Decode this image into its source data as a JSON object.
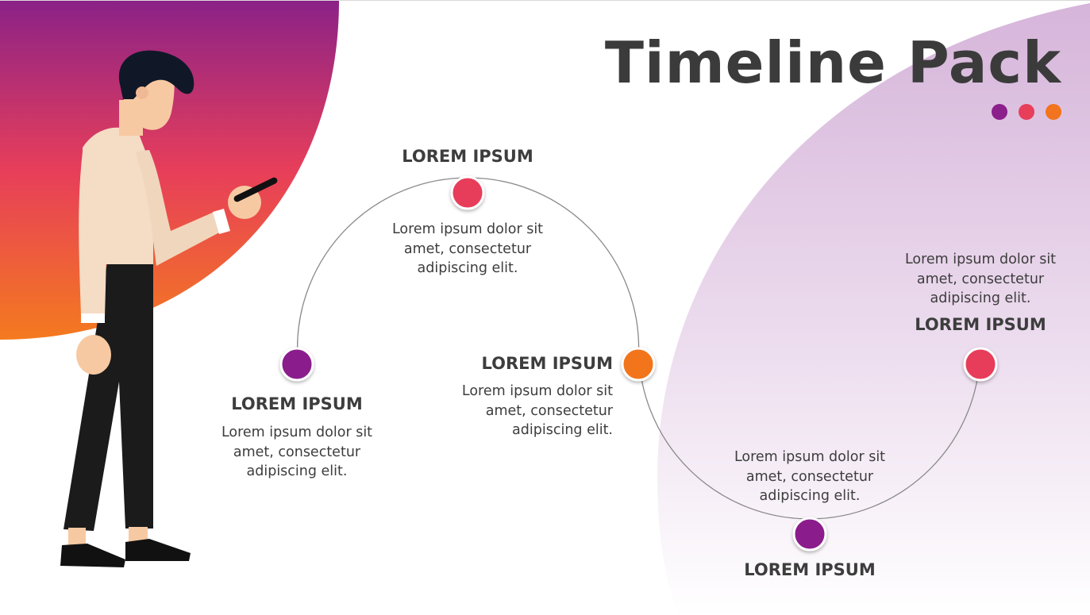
{
  "title": "Timeline Pack",
  "colors": {
    "purple": "#8b1f8c",
    "pink": "#e73e5a",
    "orange": "#f2741f",
    "title": "#3b3b3b",
    "text": "#3d3d3d",
    "lavender": "#dcc2e0"
  },
  "decor_dots": [
    "#8b1f8c",
    "#e73e5a",
    "#f2741f"
  ],
  "milestones": [
    {
      "title": "LOREM IPSUM",
      "text": "Lorem ipsum dolor sit amet, consectetur adipiscing elit.",
      "color": "#8b1f8c"
    },
    {
      "title": "LOREM IPSUM",
      "text": "Lorem ipsum dolor sit amet, consectetur adipiscing elit.",
      "color": "#e73e5a"
    },
    {
      "title": "LOREM IPSUM",
      "text": "Lorem ipsum dolor sit amet, consectetur adipiscing elit.",
      "color": "#f2741f"
    },
    {
      "title": "LOREM IPSUM",
      "text": "Lorem ipsum dolor sit amet, consectetur adipiscing elit.",
      "color": "#8b1f8c"
    },
    {
      "title": "LOREM IPSUM",
      "text": "Lorem ipsum dolor sit amet, consectetur adipiscing elit.",
      "color": "#e73e5a"
    }
  ],
  "illustration": "person-using-phone"
}
